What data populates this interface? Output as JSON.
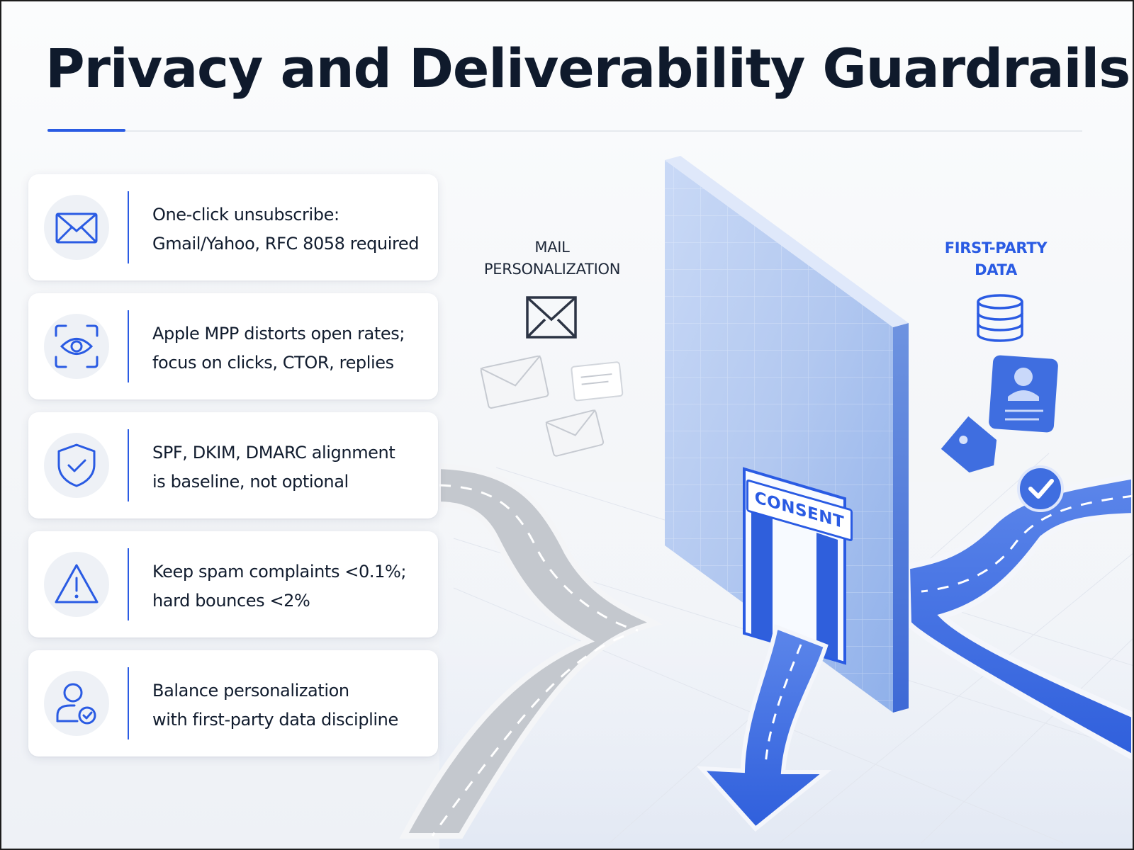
{
  "page": {
    "title": "Privacy and Deliverability Guardrails"
  },
  "cards": [
    {
      "icon": "envelope-icon",
      "lines": [
        "One-click unsubscribe:",
        "Gmail/Yahoo, RFC 8058 required"
      ]
    },
    {
      "icon": "eye-scan-icon",
      "lines": [
        "Apple MPP distorts open rates;",
        "focus on clicks, CTOR, replies"
      ]
    },
    {
      "icon": "shield-check-icon",
      "lines": [
        "SPF, DKIM, DMARC alignment",
        "is baseline, not optional"
      ]
    },
    {
      "icon": "warning-triangle-icon",
      "lines": [
        "Keep spam complaints <0.1%;",
        "hard bounces <2%"
      ]
    },
    {
      "icon": "user-check-icon",
      "lines": [
        "Balance personalization",
        "with first-party data discipline"
      ]
    }
  ],
  "illustration": {
    "mail_label": [
      "MAIL",
      "PERSONALIZATION"
    ],
    "first_party_label": [
      "FIRST-PARTY",
      "DATA"
    ],
    "gate_label": "CONSENT"
  },
  "colors": {
    "accent": "#2a5be3",
    "text": "#111c2e",
    "road_gray": "#b9bdc4",
    "road_blue": "#3f6ee0",
    "wall_blue": "#a9c1ef"
  }
}
